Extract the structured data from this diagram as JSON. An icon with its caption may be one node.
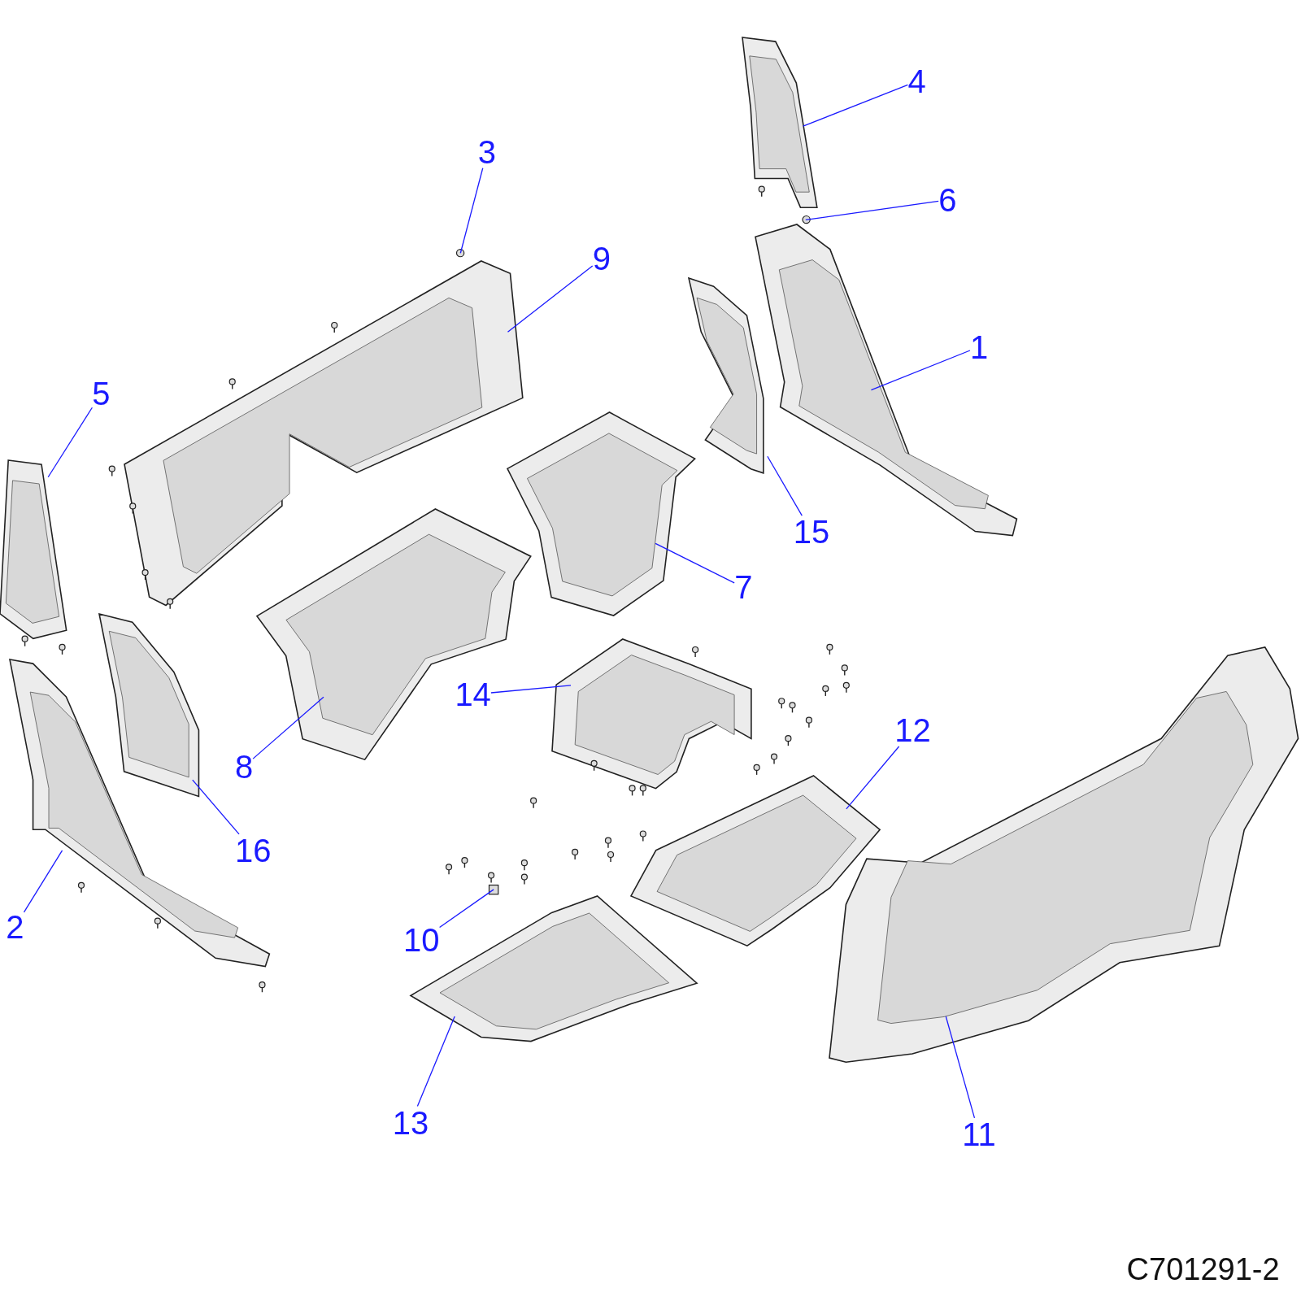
{
  "diagram": {
    "nodes": [
      {
        "text": [
          "4"
        ]
      },
      {
        "text": [
          "3"
        ]
      },
      {
        "text": [
          "6"
        ]
      },
      {
        "text": [
          "9"
        ]
      },
      {
        "text": [
          "1"
        ]
      },
      {
        "text": [
          "5"
        ]
      },
      {
        "text": [
          "15"
        ]
      },
      {
        "text": [
          "7"
        ]
      },
      {
        "text": [
          "14"
        ]
      },
      {
        "text": [
          "12"
        ]
      },
      {
        "text": [
          "8"
        ]
      },
      {
        "text": [
          "16"
        ]
      },
      {
        "text": [
          "2"
        ]
      },
      {
        "text": [
          "10"
        ]
      },
      {
        "text": [
          "13"
        ]
      },
      {
        "text": [
          "11"
        ]
      },
      {
        "text": [],
        "shape": "picture"
      },
      {
        "text": [],
        "shape": "circle"
      },
      {
        "text": [],
        "shape": "circle"
      },
      {
        "text": [],
        "shape": "picture"
      },
      {
        "text": [],
        "shape": "picture"
      },
      {
        "text": [],
        "shape": "picture"
      },
      {
        "text": [],
        "shape": "picture"
      },
      {
        "text": [],
        "shape": "picture"
      },
      {
        "text": [],
        "shape": "picture"
      },
      {
        "text": [],
        "shape": "picture"
      },
      {
        "text": [],
        "shape": "picture"
      },
      {
        "text": [],
        "shape": "picture"
      },
      {
        "text": [],
        "shape": "picture"
      },
      {
        "text": [],
        "shape": "box"
      },
      {
        "text": [],
        "shape": "picture"
      },
      {
        "text": [],
        "shape": "picture"
      }
    ],
    "edges": [
      {
        "from": 0,
        "to": 16,
        "arrow": "none"
      },
      {
        "from": 1,
        "to": 17,
        "arrow": "none"
      },
      {
        "from": 2,
        "to": 18,
        "arrow": "none"
      },
      {
        "from": 3,
        "to": 19,
        "arrow": "none"
      },
      {
        "from": 4,
        "to": 20,
        "arrow": "none"
      },
      {
        "from": 5,
        "to": 21,
        "arrow": "none"
      },
      {
        "from": 6,
        "to": 22,
        "arrow": "none"
      },
      {
        "from": 7,
        "to": 23,
        "arrow": "none"
      },
      {
        "from": 8,
        "to": 24,
        "arrow": "none"
      },
      {
        "from": 9,
        "to": 25,
        "arrow": "none"
      },
      {
        "from": 10,
        "to": 26,
        "arrow": "none"
      },
      {
        "from": 11,
        "to": 27,
        "arrow": "none"
      },
      {
        "from": 12,
        "to": 28,
        "arrow": "none"
      },
      {
        "from": 13,
        "to": 29,
        "arrow": "none"
      },
      {
        "from": 14,
        "to": 30,
        "arrow": "none"
      },
      {
        "from": 15,
        "to": 31,
        "arrow": "none"
      }
    ],
    "labels": [
      "C701291-2"
    ]
  }
}
